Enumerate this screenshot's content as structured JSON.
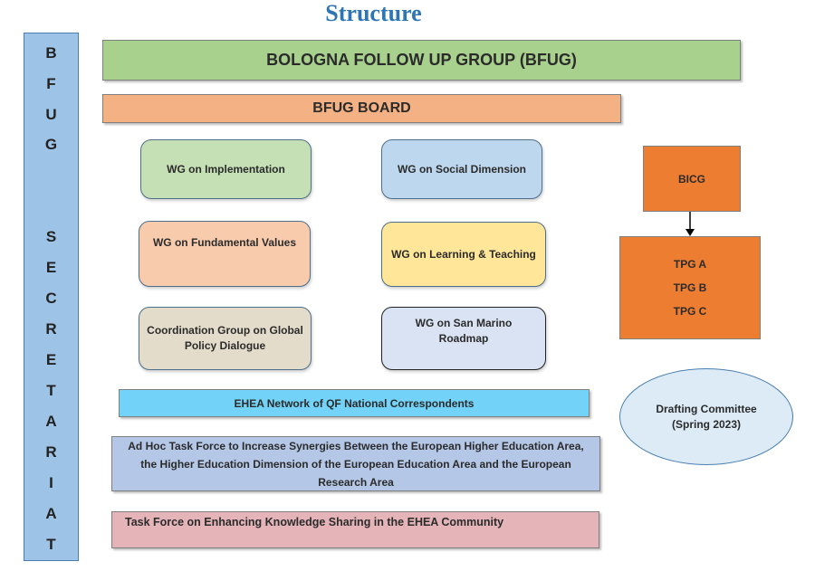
{
  "title": "Structure",
  "secretariat_letters": [
    "B",
    "F",
    "U",
    "G",
    "S",
    "E",
    "C",
    "R",
    "E",
    "T",
    "A",
    "R",
    "I",
    "A",
    "T"
  ],
  "bfug": "BOLOGNA FOLLOW UP GROUP (BFUG)",
  "board": "BFUG BOARD",
  "working_groups": {
    "implementation": "WG on Implementation",
    "social_dimension": "WG on Social Dimension",
    "fundamental_values": "WG on Fundamental Values",
    "learning_teaching": "WG on Learning & Teaching",
    "global_policy": "Coordination Group on Global Policy Dialogue",
    "san_marino": "WG on San Marino Roadmap"
  },
  "bicg": "BICG",
  "tpgs": [
    "TPG A",
    "TPG B",
    "TPG C"
  ],
  "drafting_committee": "Drafting Committee (Spring 2023)",
  "qf_network": "EHEA Network of QF National Correspondents",
  "ad_hoc_task_force": "Ad Hoc Task Force to Increase Synergies Between the European Higher Education Area, the Higher Education Dimension of the European Education Area and the European Research Area",
  "knowledge_task_force": "Task Force on Enhancing Knowledge Sharing in the EHEA Community",
  "colors": {
    "bfug": "#a9d18e",
    "board": "#f4b183",
    "secretariat": "#9dc3e6",
    "implementation": "#c5e0b4",
    "social_dimension": "#bdd7ee",
    "fundamental_values": "#f8cbad",
    "learning_teaching": "#ffe699",
    "global_policy": "#e4dccb",
    "san_marino": "#dae3f3",
    "bicg": "#ed7d31",
    "qf_network": "#73d2f7",
    "ad_hoc": "#b4c7e7",
    "knowledge": "#e4b4b8",
    "drafting": "#ddebf7"
  }
}
